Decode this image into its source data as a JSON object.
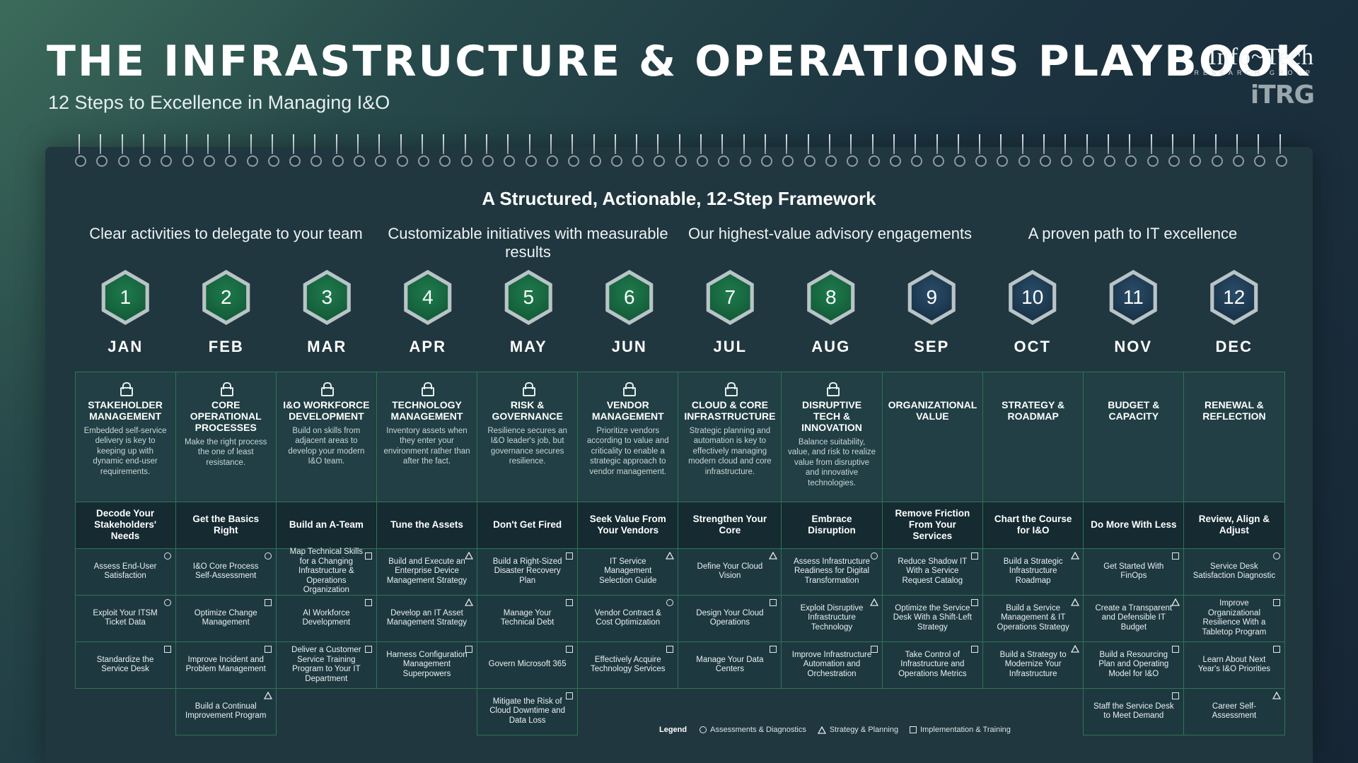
{
  "header": {
    "title": "THE INFRASTRUCTURE & OPERATIONS PLAYBOOK",
    "subtitle": "12 Steps to Excellence in Managing I&O"
  },
  "logo": {
    "main": "Info~Tech",
    "sub": "RESEARCH GROUP",
    "itrg": "iTRG"
  },
  "framework": {
    "title": "A Structured, Actionable, 12-Step Framework",
    "taglines": [
      "Clear activities to delegate to your team",
      "Customizable initiatives with measurable results",
      "Our highest-value advisory engagements",
      "A proven path to IT excellence"
    ]
  },
  "colors": {
    "step_green": "#1f7a4c",
    "step_navy": "#2a4c68",
    "grid_line": "#2d7552"
  },
  "months": [
    {
      "num": "1",
      "name": "JAN",
      "style": "green"
    },
    {
      "num": "2",
      "name": "FEB",
      "style": "green"
    },
    {
      "num": "3",
      "name": "MAR",
      "style": "green"
    },
    {
      "num": "4",
      "name": "APR",
      "style": "green"
    },
    {
      "num": "5",
      "name": "MAY",
      "style": "green"
    },
    {
      "num": "6",
      "name": "JUN",
      "style": "green"
    },
    {
      "num": "7",
      "name": "JUL",
      "style": "green"
    },
    {
      "num": "8",
      "name": "AUG",
      "style": "green"
    },
    {
      "num": "9",
      "name": "SEP",
      "style": "navy"
    },
    {
      "num": "10",
      "name": "OCT",
      "style": "navy"
    },
    {
      "num": "11",
      "name": "NOV",
      "style": "navy"
    },
    {
      "num": "12",
      "name": "DEC",
      "style": "navy"
    }
  ],
  "pillars": [
    {
      "locked": true,
      "title": "STAKEHOLDER MANAGEMENT",
      "desc": "Embedded self-service delivery is key to keeping up with dynamic end-user requirements.",
      "theme": "Decode Your Stakeholders' Needs"
    },
    {
      "locked": true,
      "title": "CORE OPERATIONAL PROCESSES",
      "desc": "Make the right process the one of least resistance.",
      "theme": "Get the Basics Right"
    },
    {
      "locked": true,
      "title": "I&O WORKFORCE DEVELOPMENT",
      "desc": "Build on skills from adjacent areas to develop your modern I&O team.",
      "theme": "Build an A-Team"
    },
    {
      "locked": true,
      "title": "TECHNOLOGY MANAGEMENT",
      "desc": "Inventory assets when they enter your environment rather than after the fact.",
      "theme": "Tune the Assets"
    },
    {
      "locked": true,
      "title": "RISK & GOVERNANCE",
      "desc": "Resilience secures an I&O leader's job, but governance secures resilience.",
      "theme": "Don't Get Fired"
    },
    {
      "locked": true,
      "title": "VENDOR MANAGEMENT",
      "desc": "Prioritize vendors according to value and criticality to enable a strategic approach to vendor management.",
      "theme": "Seek Value From Your Vendors"
    },
    {
      "locked": true,
      "title": "CLOUD & CORE INFRASTRUCTURE",
      "desc": "Strategic planning and automation is key to effectively managing modern cloud and core infrastructure.",
      "theme": "Strengthen Your Core"
    },
    {
      "locked": true,
      "title": "DISRUPTIVE TECH & INNOVATION",
      "desc": "Balance suitability, value, and risk to realize value from disruptive and innovative technologies.",
      "theme": "Embrace Disruption"
    },
    {
      "locked": false,
      "title": "ORGANIZATIONAL VALUE",
      "desc": "",
      "theme": "Remove Friction From Your Services"
    },
    {
      "locked": false,
      "title": "STRATEGY & ROADMAP",
      "desc": "",
      "theme": "Chart the Course for I&O"
    },
    {
      "locked": false,
      "title": "BUDGET & CAPACITY",
      "desc": "",
      "theme": "Do More With Less"
    },
    {
      "locked": false,
      "title": "RENEWAL & REFLECTION",
      "desc": "",
      "theme": "Review, Align & Adjust"
    }
  ],
  "items": [
    [
      {
        "text": "Assess End-User Satisfaction",
        "shape": "circle"
      },
      {
        "text": "Exploit Your ITSM Ticket Data",
        "shape": "circle"
      },
      {
        "text": "Standardize the Service Desk",
        "shape": "square"
      },
      null
    ],
    [
      {
        "text": "I&O Core Process Self-Assessment",
        "shape": "circle"
      },
      {
        "text": "Optimize Change Management",
        "shape": "square"
      },
      {
        "text": "Improve Incident and Problem Management",
        "shape": "square"
      },
      {
        "text": "Build a Continual Improvement Program",
        "shape": "triangle"
      }
    ],
    [
      {
        "text": "Map Technical Skills for a Changing Infrastructure & Operations Organization",
        "shape": "square"
      },
      {
        "text": "AI Workforce Development",
        "shape": "square"
      },
      {
        "text": "Deliver a Customer Service Training Program to Your IT Department",
        "shape": "square"
      },
      null
    ],
    [
      {
        "text": "Build and Execute an Enterprise Device Management Strategy",
        "shape": "triangle"
      },
      {
        "text": "Develop an IT Asset Management Strategy",
        "shape": "triangle"
      },
      {
        "text": "Harness Configuration Management Superpowers",
        "shape": "square"
      },
      null
    ],
    [
      {
        "text": "Build a Right-Sized Disaster Recovery Plan",
        "shape": "square"
      },
      {
        "text": "Manage Your Technical Debt",
        "shape": "square"
      },
      {
        "text": "Govern Microsoft 365",
        "shape": "square"
      },
      {
        "text": "Mitigate the Risk of Cloud Downtime and Data Loss",
        "shape": "square"
      }
    ],
    [
      {
        "text": "IT Service Management Selection Guide",
        "shape": "triangle"
      },
      {
        "text": "Vendor Contract & Cost Optimization",
        "shape": "circle"
      },
      {
        "text": "Effectively Acquire Technology Services",
        "shape": "square"
      },
      null
    ],
    [
      {
        "text": "Define Your Cloud Vision",
        "shape": "triangle"
      },
      {
        "text": "Design Your Cloud Operations",
        "shape": "square"
      },
      {
        "text": "Manage Your Data Centers",
        "shape": "square"
      },
      null
    ],
    [
      {
        "text": "Assess Infrastructure Readiness for Digital Transformation",
        "shape": "circle"
      },
      {
        "text": "Exploit Disruptive Infrastructure Technology",
        "shape": "triangle"
      },
      {
        "text": "Improve Infrastructure Automation and Orchestration",
        "shape": "square"
      },
      null
    ],
    [
      {
        "text": "Reduce Shadow IT With a Service Request Catalog",
        "shape": "square"
      },
      {
        "text": "Optimize the Service Desk With a Shift-Left Strategy",
        "shape": "square"
      },
      {
        "text": "Take Control of Infrastructure and Operations Metrics",
        "shape": "square"
      },
      null
    ],
    [
      {
        "text": "Build a Strategic Infrastructure Roadmap",
        "shape": "triangle"
      },
      {
        "text": "Build a Service Management & IT Operations Strategy",
        "shape": "triangle"
      },
      {
        "text": "Build a Strategy to Modernize Your Infrastructure",
        "shape": "triangle"
      },
      null
    ],
    [
      {
        "text": "Get Started With FinOps",
        "shape": "square"
      },
      {
        "text": "Create a Transparent and Defensible IT Budget",
        "shape": "triangle"
      },
      {
        "text": "Build a Resourcing Plan and Operating Model for I&O",
        "shape": "square"
      },
      {
        "text": "Staff the Service Desk to Meet Demand",
        "shape": "square"
      }
    ],
    [
      {
        "text": "Service Desk Satisfaction Diagnostic",
        "shape": "circle"
      },
      {
        "text": "Improve Organizational Resilience With a Tabletop Program",
        "shape": "square"
      },
      {
        "text": "Learn About Next Year's I&O Priorities",
        "shape": "square"
      },
      {
        "text": "Career Self-Assessment",
        "shape": "triangle"
      }
    ]
  ],
  "legend": {
    "title": "Legend",
    "assessments": "Assessments & Diagnostics",
    "strategy": "Strategy & Planning",
    "implementation": "Implementation & Training"
  }
}
